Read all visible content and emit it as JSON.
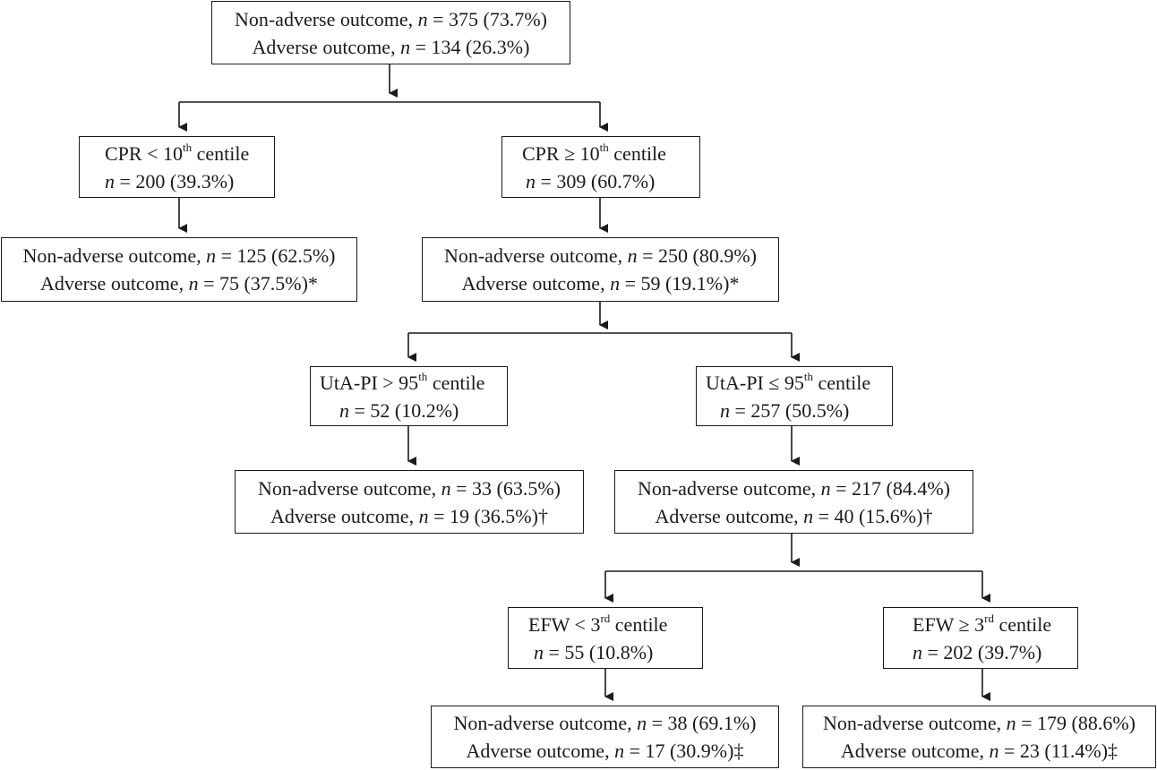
{
  "nodes": {
    "root": {
      "l1_pre": "Non-adverse outcome, ",
      "l1_n": "n",
      "l1_post": " = 375 (73.7%)",
      "l2_pre": "Adverse outcome, ",
      "l2_n": "n",
      "l2_post": " = 134 (26.3%)"
    },
    "cpr_low": {
      "l1_pre": "CPR < 10",
      "l1_sup": "th",
      "l1_post": " centile",
      "l2_n": "n",
      "l2_post": " = 200 (39.3%)"
    },
    "cpr_high": {
      "l1_pre": "CPR ≥ 10",
      "l1_sup": "th",
      "l1_post": " centile",
      "l2_n": "n",
      "l2_post": " = 309 (60.7%)"
    },
    "cpr_low_outcome": {
      "l1_pre": "Non-adverse outcome, ",
      "l1_n": "n",
      "l1_post": " = 125 (62.5%)",
      "l2_pre": "Adverse outcome, ",
      "l2_n": "n",
      "l2_post": " = 75 (37.5%)*"
    },
    "cpr_high_outcome": {
      "l1_pre": "Non-adverse outcome, ",
      "l1_n": "n",
      "l1_post": " = 250 (80.9%)",
      "l2_pre": "Adverse outcome, ",
      "l2_n": "n",
      "l2_post": " = 59 (19.1%)*"
    },
    "uta_high": {
      "l1_pre": "UtA-PI > 95",
      "l1_sup": "th",
      "l1_post": " centile",
      "l2_n": "n",
      "l2_post": " = 52 (10.2%)"
    },
    "uta_low": {
      "l1_pre": "UtA-PI ≤ 95",
      "l1_sup": "th",
      "l1_post": " centile",
      "l2_n": "n",
      "l2_post": " = 257 (50.5%)"
    },
    "uta_high_outcome": {
      "l1_pre": "Non-adverse outcome, ",
      "l1_n": "n",
      "l1_post": " = 33 (63.5%)",
      "l2_pre": "Adverse outcome, ",
      "l2_n": "n",
      "l2_post": " = 19 (36.5%)†"
    },
    "uta_low_outcome": {
      "l1_pre": "Non-adverse outcome, ",
      "l1_n": "n",
      "l1_post": " = 217 (84.4%)",
      "l2_pre": "Adverse outcome, ",
      "l2_n": "n",
      "l2_post": " = 40 (15.6%)†"
    },
    "efw_low": {
      "l1_pre": "EFW < 3",
      "l1_sup": "rd",
      "l1_post": " centile",
      "l2_n": "n",
      "l2_post": " = 55 (10.8%)"
    },
    "efw_high": {
      "l1_pre": "EFW ≥ 3",
      "l1_sup": "rd",
      "l1_post": " centile",
      "l2_n": "n",
      "l2_post": " = 202 (39.7%)"
    },
    "efw_low_outcome": {
      "l1_pre": "Non-adverse outcome, ",
      "l1_n": "n",
      "l1_post": " = 38 (69.1%)",
      "l2_pre": "Adverse outcome, ",
      "l2_n": "n",
      "l2_post": " = 17 (30.9%)‡"
    },
    "efw_high_outcome": {
      "l1_pre": "Non-adverse outcome, ",
      "l1_n": "n",
      "l1_post": " = 179 (88.6%)",
      "l2_pre": "Adverse outcome, ",
      "l2_n": "n",
      "l2_post": " = 23 (11.4%)‡"
    }
  }
}
